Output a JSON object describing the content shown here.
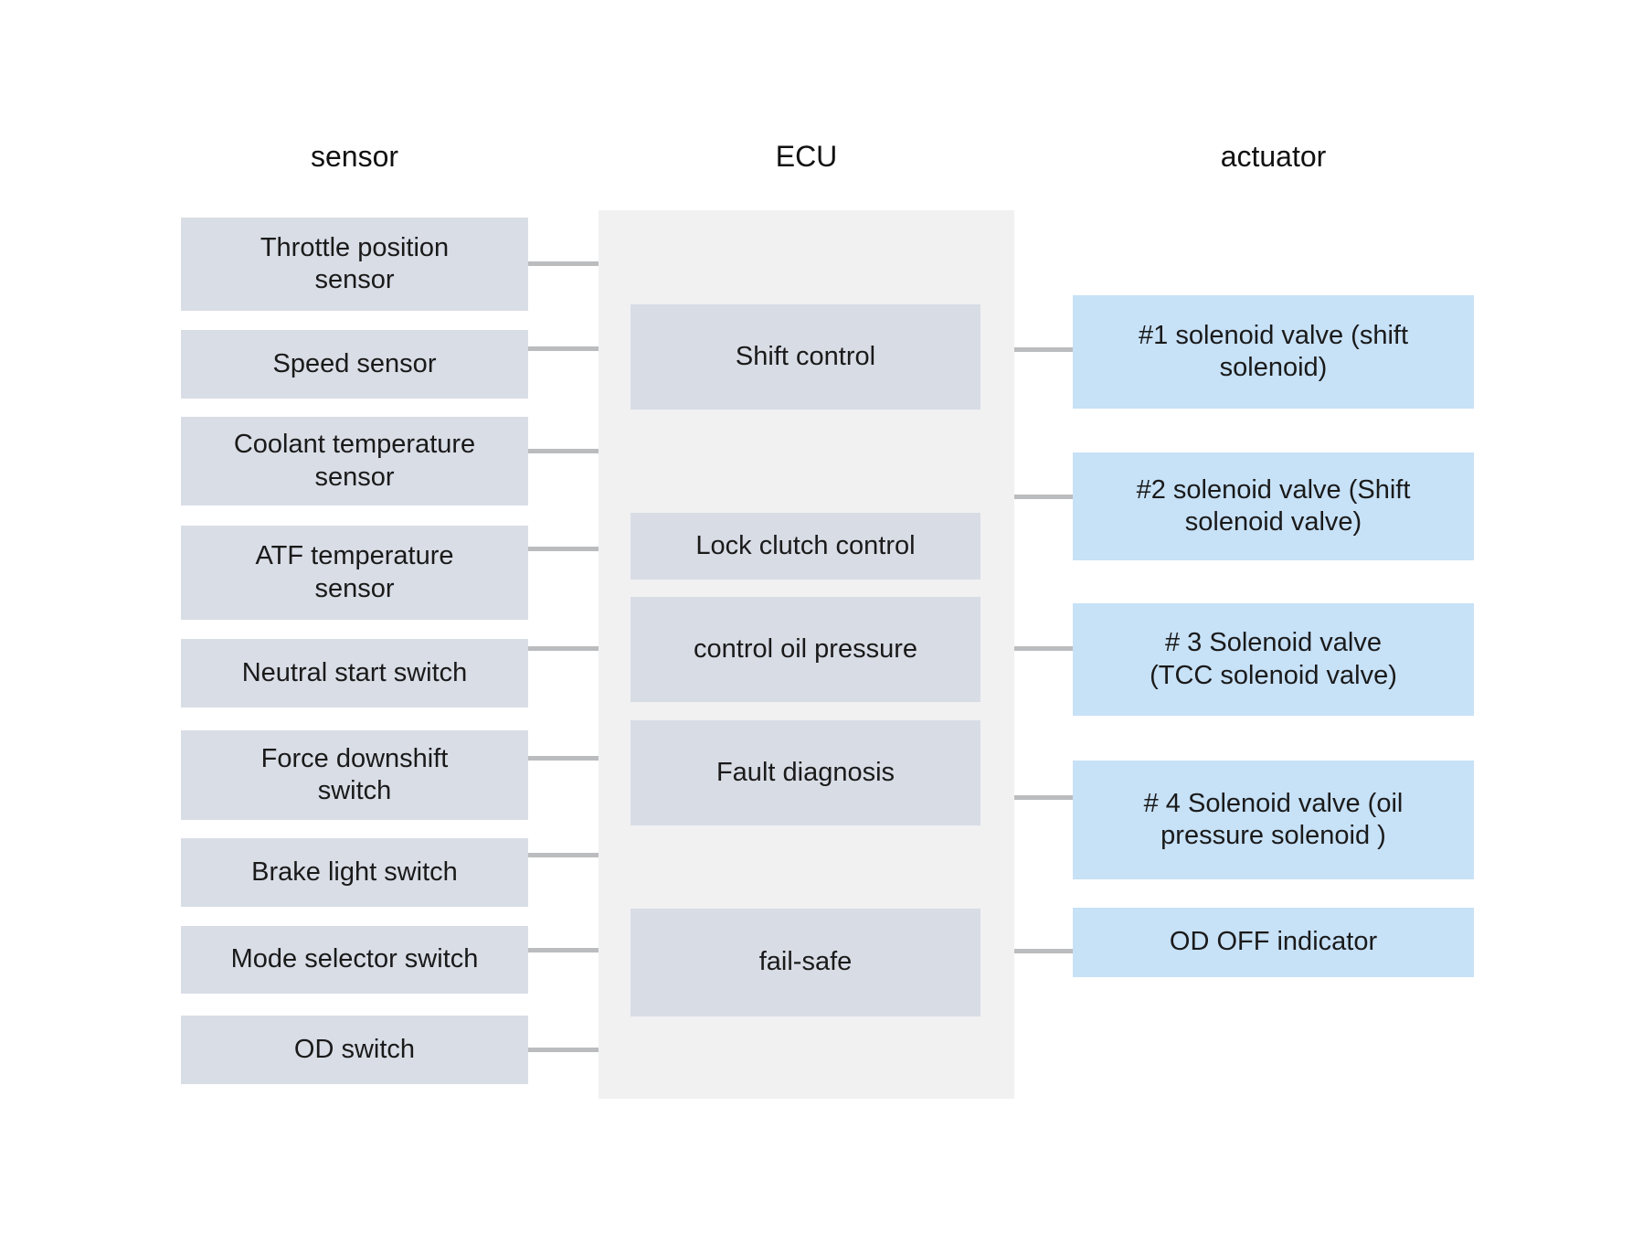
{
  "headers": {
    "sensor": "sensor",
    "ecu": "ECU",
    "actuator": "actuator"
  },
  "sensors": [
    {
      "label": "Throttle position\nsensor"
    },
    {
      "label": "Speed sensor"
    },
    {
      "label": "Coolant temperature\nsensor"
    },
    {
      "label": "ATF temperature\nsensor"
    },
    {
      "label": "Neutral start switch"
    },
    {
      "label": "Force downshift\nswitch"
    },
    {
      "label": "Brake light switch"
    },
    {
      "label": "Mode selector switch"
    },
    {
      "label": "OD switch"
    }
  ],
  "ecu_functions": [
    {
      "label": "Shift control"
    },
    {
      "label": "Lock clutch control"
    },
    {
      "label": "control oil pressure"
    },
    {
      "label": "Fault diagnosis"
    },
    {
      "label": "fail-safe"
    }
  ],
  "actuators": [
    {
      "label": "#1 solenoid valve (shift\nsolenoid)"
    },
    {
      "label": "#2 solenoid valve (Shift\nsolenoid valve)"
    },
    {
      "label": "# 3 Solenoid valve\n(TCC solenoid valve)"
    },
    {
      "label": "# 4 Solenoid valve (oil\npressure solenoid )"
    },
    {
      "label": "OD OFF indicator"
    }
  ],
  "colors": {
    "sensor_box": "#d9dde6",
    "ecu_panel": "#f1f1f2",
    "ecu_box": "#d8dce5",
    "actuator_box": "#c7e1f7",
    "connector_line": "#bbbcbe",
    "text": "#1a1a1a"
  }
}
